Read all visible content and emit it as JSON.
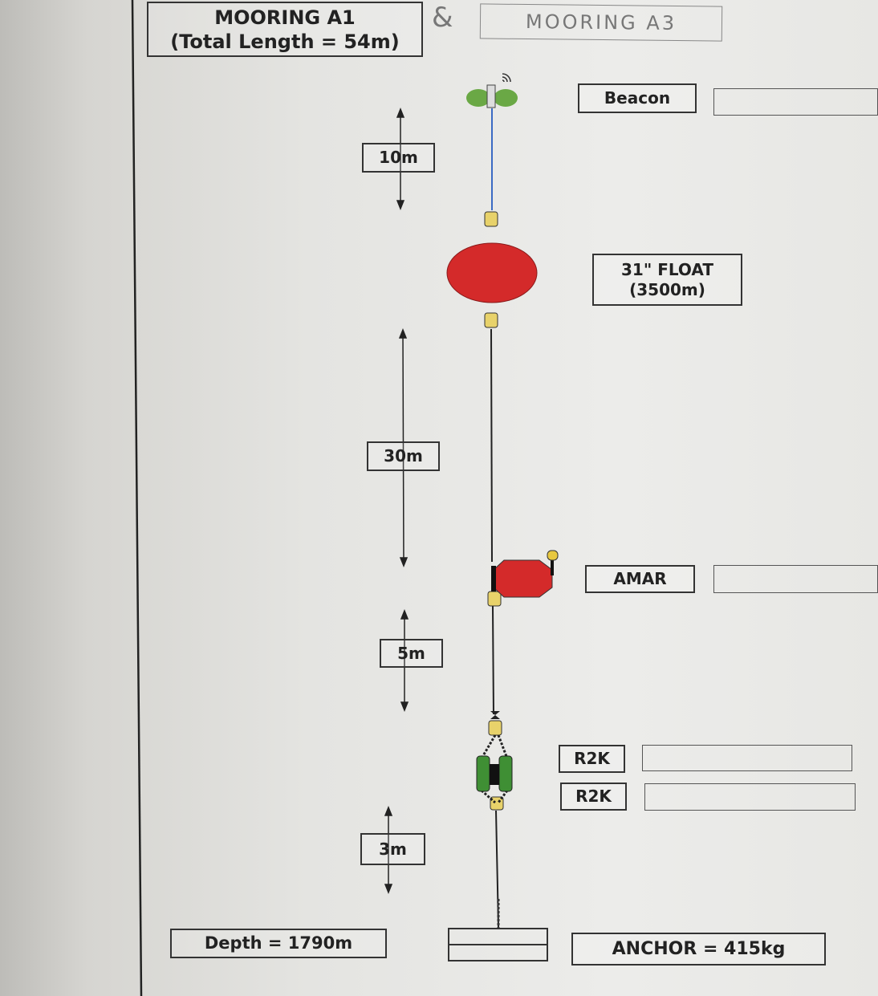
{
  "title": {
    "line1": "MOORING A1",
    "line2": "(Total Length = 54m)"
  },
  "handwritten": {
    "ampersand": "&",
    "mooring": "MOORING A3"
  },
  "components": {
    "beacon": "Beacon",
    "float_line1": "31\" FLOAT",
    "float_line2": "(3500m)",
    "amar": "AMAR",
    "r2k_1": "R2K",
    "r2k_2": "R2K",
    "anchor": "ANCHOR = 415kg"
  },
  "distances": {
    "d1": "10m",
    "d2": "30m",
    "d3": "5m",
    "d4": "3m"
  },
  "depth": "Depth = 1790m",
  "colors": {
    "float": "#d42a2a",
    "beacon": "#6aa845",
    "release": "#3f8f34",
    "shackle": "#e8d26a"
  }
}
